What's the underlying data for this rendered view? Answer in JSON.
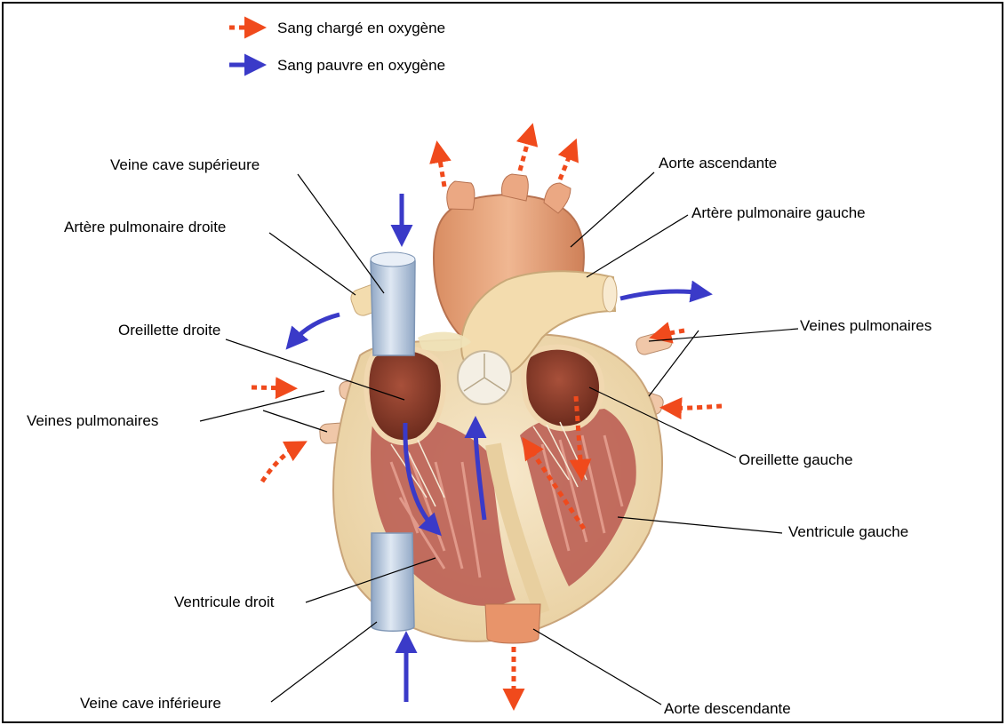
{
  "legend": {
    "oxygen_rich": "Sang chargé en oxygène",
    "oxygen_poor": "Sang pauvre en oxygène"
  },
  "labels": {
    "superior_vena_cava": "Veine cave supérieure",
    "right_pulmonary_artery": "Artère pulmonaire droite",
    "right_atrium": "Oreillette droite",
    "pulmonary_veins_right": "Veines pulmonaires",
    "right_ventricle": "Ventricule droit",
    "inferior_vena_cava": "Veine cave inférieure",
    "ascending_aorta": "Aorte ascendante",
    "left_pulmonary_artery": "Artère pulmonaire gauche",
    "pulmonary_veins_left": "Veines pulmonaires",
    "left_atrium": "Oreillette gauche",
    "left_ventricle": "Ventricule gauche",
    "descending_aorta": "Aorte descendante"
  },
  "colors": {
    "oxygen_rich": "#f04a1c",
    "oxygen_poor": "#3a3ac8",
    "vena_cava": "#b9cbe0",
    "aorta": "#e8a37a",
    "pulmonary_trunk": "#f3dcae",
    "myocardium": "#c0605a",
    "atrium_dark": "#8a3a28",
    "tissue": "#f4e4c4"
  }
}
